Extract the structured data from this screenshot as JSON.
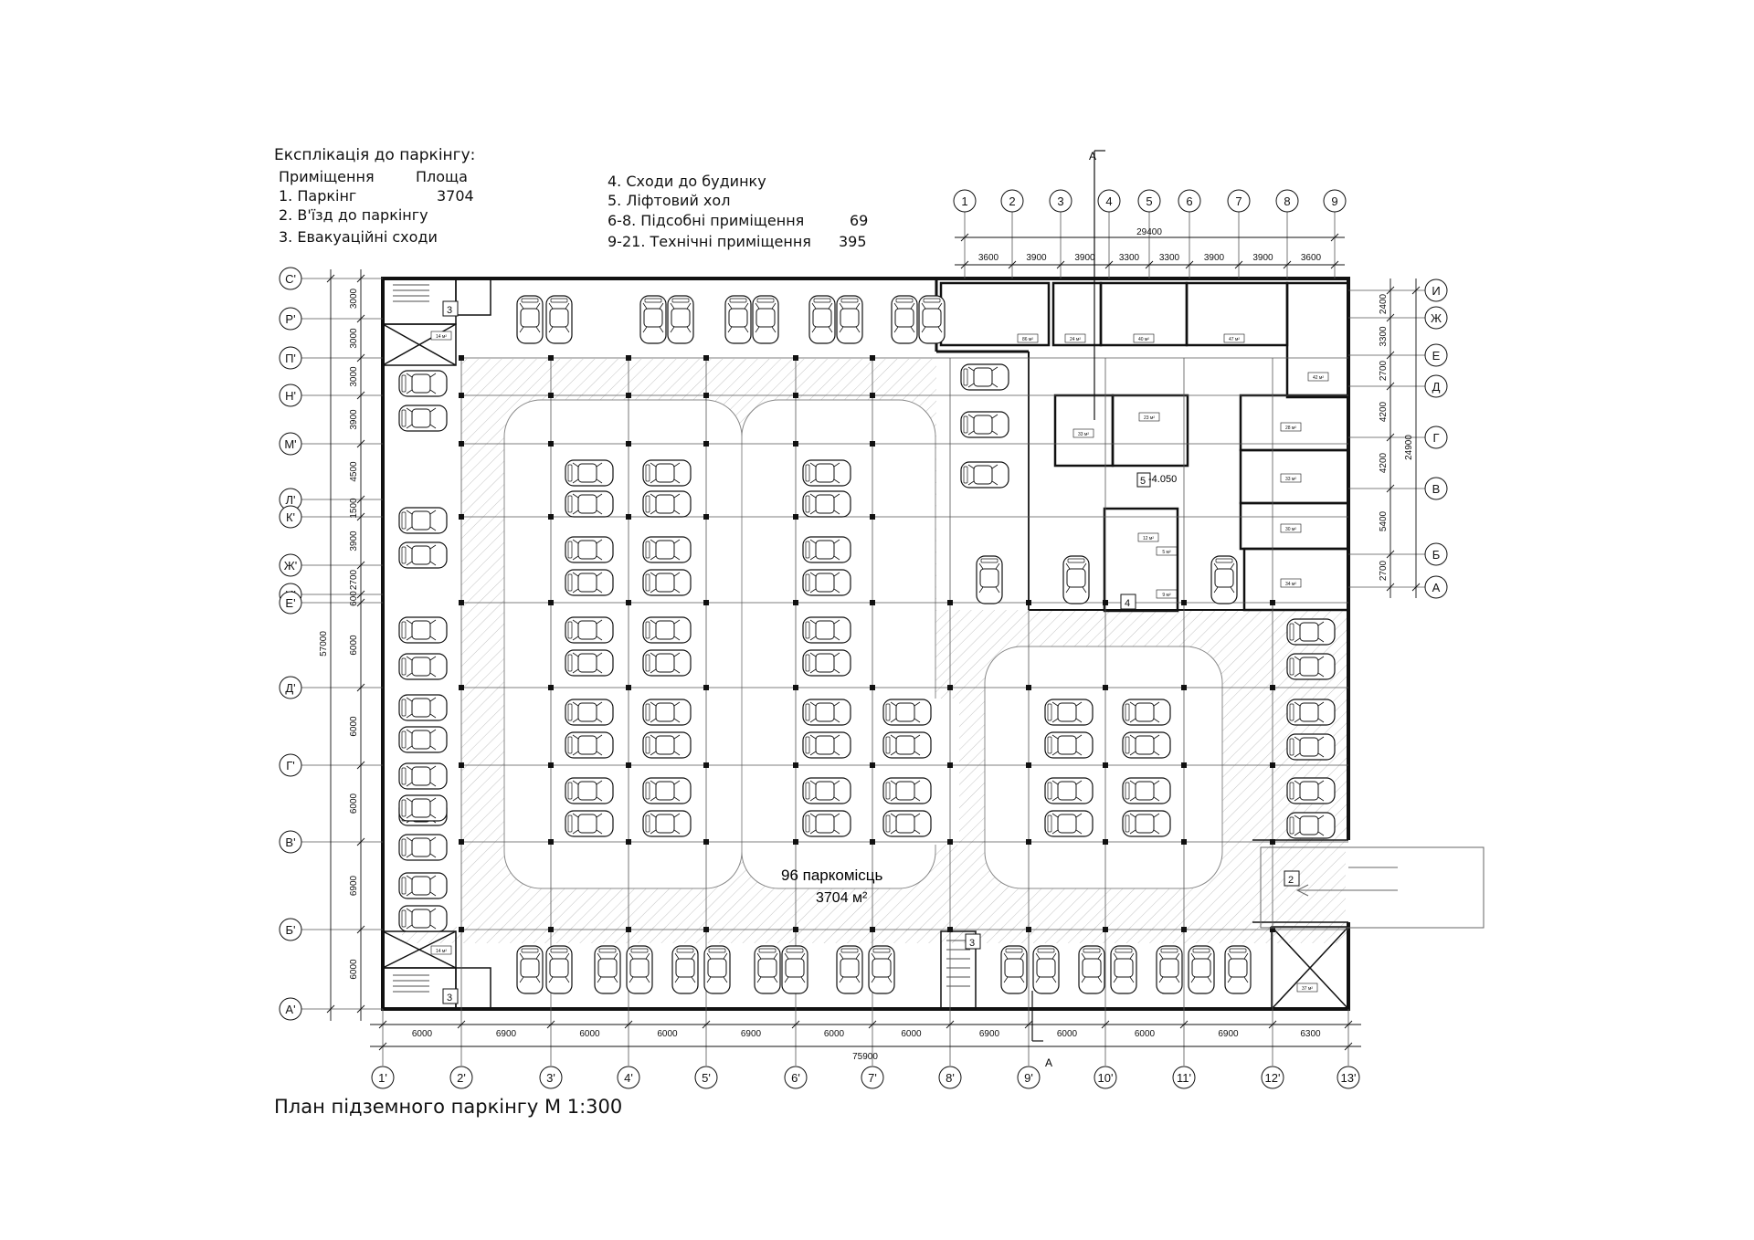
{
  "legend": {
    "title": "Експлікація до паркінгу:",
    "header_room": "Приміщення",
    "header_area": "Площа",
    "left_items": [
      {
        "label": "1. Паркінг",
        "area": "3704"
      },
      {
        "label": "2.  В'їзд до паркінгу",
        "area": ""
      },
      {
        "label": "3. Евакуаційні сходи",
        "area": ""
      }
    ],
    "right_items": [
      {
        "label": "4. Сходи до будинку",
        "area": ""
      },
      {
        "label": "5. Ліфтовий хол",
        "area": ""
      },
      {
        "label": "6-8. Підсобні приміщення",
        "area": "69"
      },
      {
        "label": "9-21. Технічні приміщення",
        "area": "395"
      }
    ]
  },
  "plan": {
    "caption": "План підземного паркінгу М 1:300",
    "parking_count": "96 паркомісць",
    "parking_area": "3704 м²",
    "elevation": "-4.050",
    "section_mark": "А",
    "top_axes": [
      "1",
      "2",
      "3",
      "4",
      "5",
      "6",
      "7",
      "8",
      "9"
    ],
    "top_dims": [
      "3600",
      "3900",
      "3900",
      "3300",
      "3300",
      "3900",
      "3900",
      "3600"
    ],
    "top_total": "29400",
    "right_axes": [
      "И",
      "Ж",
      "Е",
      "Д",
      "Г",
      "В",
      "Б",
      "А"
    ],
    "right_dims": [
      "2400",
      "3300",
      "2700",
      "4200",
      "4200",
      "5400",
      "2700"
    ],
    "right_total": "24900",
    "left_axes": [
      "С'",
      "Р'",
      "П'",
      "Н'",
      "М'",
      "Л'",
      "К'",
      "Ж'",
      "И'",
      "Е'",
      "Д'",
      "Г'",
      "В'",
      "Б'",
      "А'"
    ],
    "left_dims": [
      "3000",
      "3000",
      "3000",
      "3900",
      "4500",
      "1500",
      "3900",
      "2700",
      "600",
      "6000",
      "6000",
      "6000",
      "6900",
      "6000"
    ],
    "left_total": "57000",
    "bottom_axes": [
      "1'",
      "2'",
      "3'",
      "4'",
      "5'",
      "6'",
      "7'",
      "8'",
      "9'",
      "10'",
      "11'",
      "12'",
      "13'"
    ],
    "bottom_dims": [
      "6000",
      "6900",
      "6000",
      "6000",
      "6900",
      "6000",
      "6000",
      "6900",
      "6000",
      "6000",
      "6900",
      "6300"
    ],
    "bottom_total": "75900",
    "room_tags": {
      "stair_evac": "3",
      "stair_house": "4",
      "lift_hall": "5",
      "entrance": "2"
    },
    "room_areas": [
      "86 м²",
      "24 м²",
      "40 м²",
      "47 м²",
      "42 м²",
      "33 м²",
      "23 м²",
      "28 м²",
      "33 м²",
      "30 м²",
      "34 м²",
      "5 м²",
      "9 м²",
      "14 м²",
      "14 м²",
      "37 м²",
      "12 м²"
    ]
  },
  "colors": {
    "line": "#111111",
    "hatch": "#bdbdbd",
    "grid": "#555555"
  }
}
